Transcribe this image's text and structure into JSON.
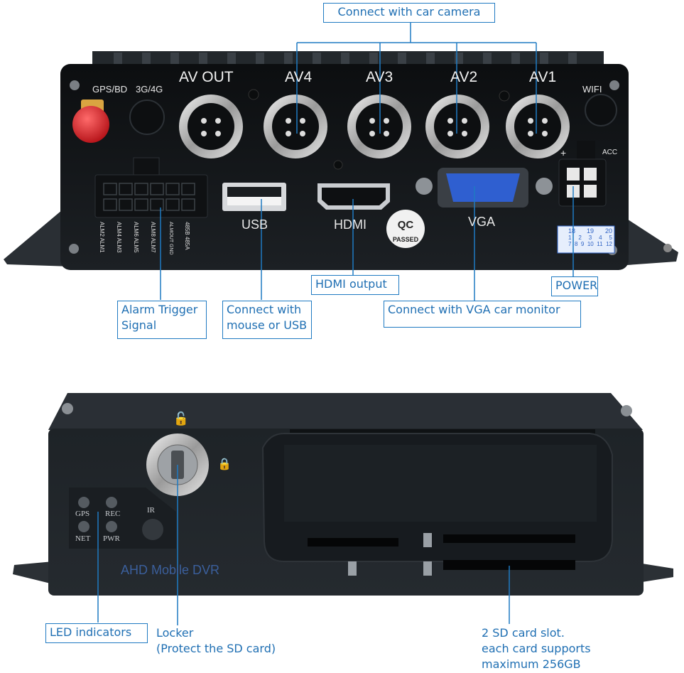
{
  "callouts": {
    "camera": "Connect with car camera",
    "alarm_line1": "Alarm Trigger",
    "alarm_line2": "Signal",
    "usb_line1": "Connect with",
    "usb_line2": "mouse or USB",
    "hdmi": "HDMI output",
    "vga": "Connect with VGA car monitor",
    "power": "POWER",
    "led": "LED indicators",
    "locker_line1": "Locker",
    "locker_line2": "(Protect the SD card)",
    "sd_line1": "2 SD card slot.",
    "sd_line2": "each card supports",
    "sd_line3": "maximum 256GB"
  },
  "rear_panel": {
    "gps": "GPS/BD",
    "g34": "3G/4G",
    "av_out": "AV OUT",
    "av4": "AV4",
    "av3": "AV3",
    "av2": "AV2",
    "av1": "AV1",
    "wifi": "WIFI",
    "acc": "ACC",
    "plus": "+",
    "usb": "USB",
    "hdmi": "HDMI",
    "vga": "VGA",
    "qc": "QC",
    "passed": "PASSED",
    "alm_labels": [
      "ALM2 ALM1",
      "ALM4 ALM3",
      "ALM6 ALM5",
      "ALM8 ALM7",
      "ALMOUT GND",
      "485B 485A"
    ],
    "sticker_top": [
      "18",
      "19",
      "20"
    ],
    "sticker_bottom": [
      "1",
      "2",
      "3",
      "4",
      "5"
    ],
    "sticker_bottom2": [
      "7",
      "8",
      "9",
      "10",
      "11",
      "12"
    ]
  },
  "front_panel": {
    "gps": "GPS",
    "rec": "REC",
    "net": "NET",
    "pwr": "PWR",
    "ir": "IR",
    "model": "AHD Mobile DVR",
    "sd_icon": "SD"
  },
  "colors": {
    "callout_blue": "#1f6fb3",
    "device_body": "#16191c",
    "antenna_red": "#d9262a",
    "vga_blue": "#2f5fd0"
  }
}
